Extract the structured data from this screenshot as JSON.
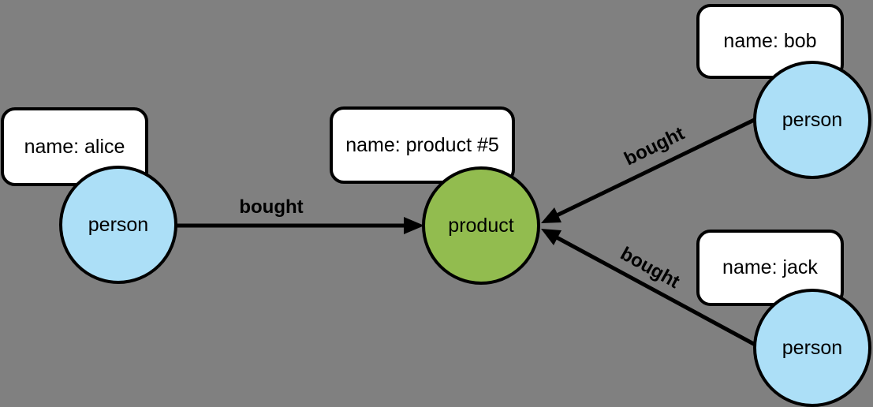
{
  "diagram": {
    "background": "#808080",
    "colors": {
      "person_fill": "#ACDFF7",
      "product_fill": "#92BC4F",
      "node_stroke": "#000000",
      "property_box_fill": "#FFFFFF",
      "edge_color": "#000000"
    },
    "nodes": [
      {
        "id": "alice",
        "kind": "person",
        "label": "person",
        "property": "name: alice"
      },
      {
        "id": "product5",
        "kind": "product",
        "label": "product",
        "property": "name: product #5"
      },
      {
        "id": "bob",
        "kind": "person",
        "label": "person",
        "property": "name: bob"
      },
      {
        "id": "jack",
        "kind": "person",
        "label": "person",
        "property": "name: jack"
      }
    ],
    "edges": [
      {
        "from": "alice",
        "to": "product5",
        "label": "bought"
      },
      {
        "from": "bob",
        "to": "product5",
        "label": "bought"
      },
      {
        "from": "jack",
        "to": "product5",
        "label": "bought"
      }
    ]
  }
}
